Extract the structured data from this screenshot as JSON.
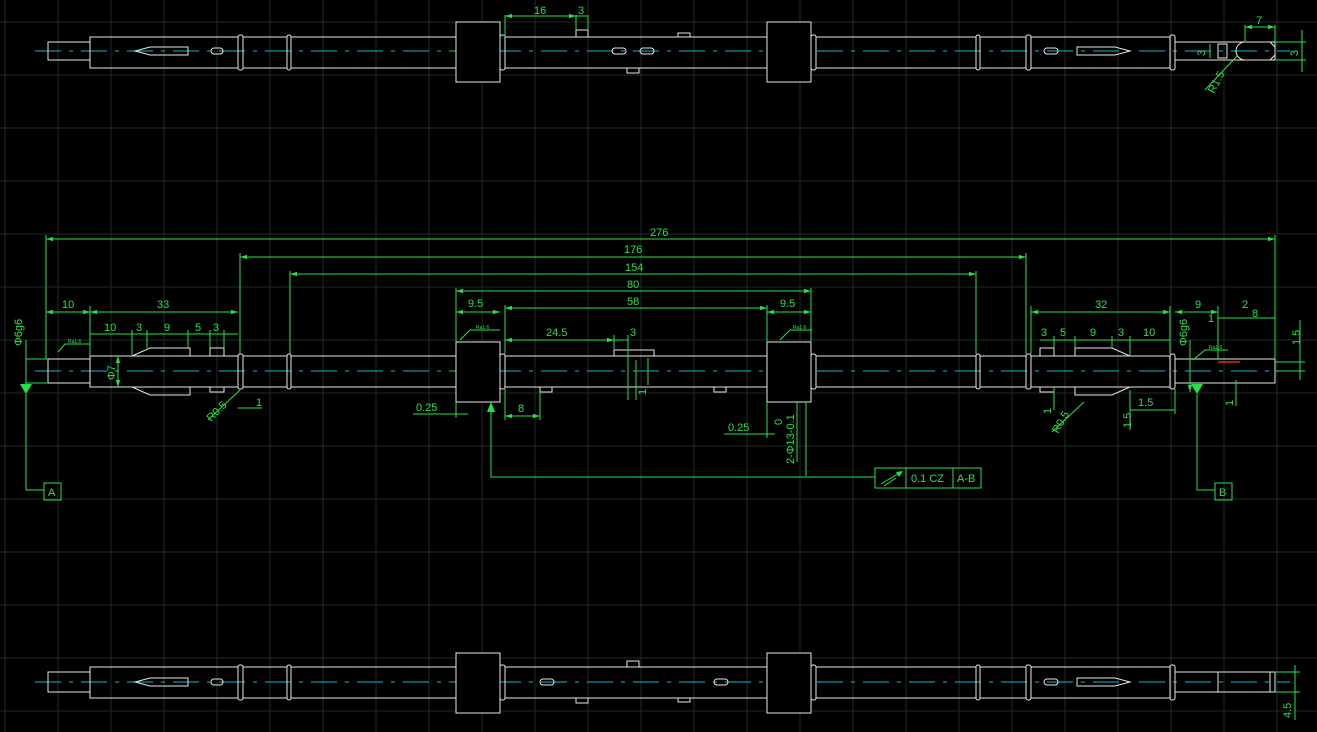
{
  "drawing": {
    "colors": {
      "background": "#000000",
      "part": "#e6e6e6",
      "centerline": "#12b5c8",
      "dimension": "#22e34a",
      "grid": "#1c2a24",
      "highlight": "#ff3030"
    },
    "top_view": {
      "dims": [
        "16",
        "3",
        "7",
        "3",
        "3",
        "R1.5"
      ]
    },
    "main_view": {
      "overall": [
        "276",
        "176",
        "154",
        "80",
        "58"
      ],
      "left_dims": [
        "10",
        "33",
        "10",
        "3",
        "9",
        "5",
        "3",
        "Φ6g6",
        "Φ7",
        "R0.5",
        "1"
      ],
      "center_dims": [
        "9.5",
        "9.5",
        "24.5",
        "3",
        "0.25",
        "8",
        "0.25",
        "0",
        "2-Φ13-0.1",
        "1"
      ],
      "right_dims": [
        "32",
        "9",
        "2",
        "8",
        "1",
        "1.5",
        "3",
        "5",
        "9",
        "3",
        "10",
        "Φ6g6",
        "1",
        "R0.5",
        "1.5",
        "1.5",
        "1"
      ],
      "roughness": [
        "Ra1.6",
        "Ra1.6",
        "Ra1.6",
        "Ra1.6"
      ],
      "tolerance_frame": {
        "value": "0.1 CZ",
        "datum_ref": "A-B",
        "symbol": "runout-arrow-icon"
      },
      "datums": [
        "A",
        "B"
      ]
    },
    "bottom_view": {
      "dims": [
        "4.5"
      ]
    }
  }
}
